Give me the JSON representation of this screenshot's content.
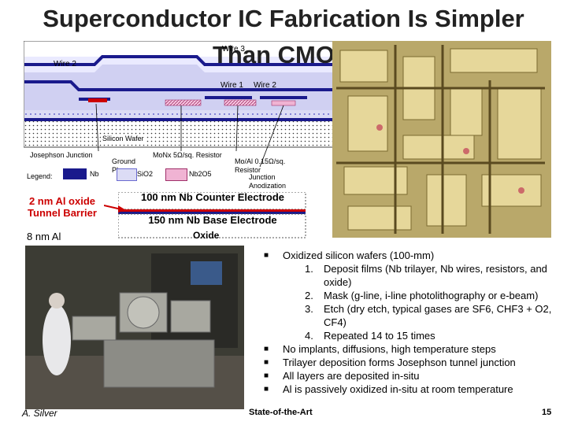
{
  "slide": {
    "title": "Superconductor IC Fabrication Is Simpler",
    "subtitle": "Than CMOS"
  },
  "diagram": {
    "labels": {
      "wire3": "Wire 3",
      "wire2_left": "Wire 2",
      "wire1": "Wire 1",
      "wire2_mid": "Wire 2",
      "wafer": "Silicon Wafer",
      "jj": "Josephson Junction",
      "resistor1": "MoNx 5Ω/sq. Resistor",
      "resistor2": "Mo/Al 0.15Ω/sq. Resistor",
      "ground": "Ground Plane",
      "junction_anod": "Junction Anodization"
    },
    "legend": {
      "title": "Legend:",
      "items": [
        "Nb",
        "SiO2",
        "Nb2O5"
      ]
    }
  },
  "stack": {
    "counter": "100 nm Nb Counter Electrode",
    "base": "150 nm Nb Base Electrode",
    "oxide": "Oxide",
    "barrier": "2 nm Al oxide Tunnel Barrier",
    "al": "8 nm Al"
  },
  "bullets": [
    {
      "text": "Oxidized silicon wafers (100-mm)",
      "sub": [
        "Deposit films (Nb trilayer, Nb wires, resistors, and oxide)",
        "Mask (g-line, i-line photolithography or e-beam)",
        "Etch (dry etch, typical gases are SF6, CHF3 + O2, CF4)",
        "Repeated 14 to 15 times"
      ]
    },
    {
      "text": "No implants, diffusions, high temperature steps"
    },
    {
      "text": "Trilayer deposition forms Josephson tunnel junction"
    },
    {
      "text": "All layers are deposited in-situ"
    },
    {
      "text": "Al is passively oxidized in-situ at room temperature"
    }
  ],
  "footer": {
    "author": "A. Silver",
    "middle": "State-of-the-Art",
    "page": "15"
  },
  "colors": {
    "nb": "#1a1a8c",
    "sio2": "#c9c9ee",
    "nb2o5": "#f0b3d3",
    "highlight": "#cc0000"
  }
}
